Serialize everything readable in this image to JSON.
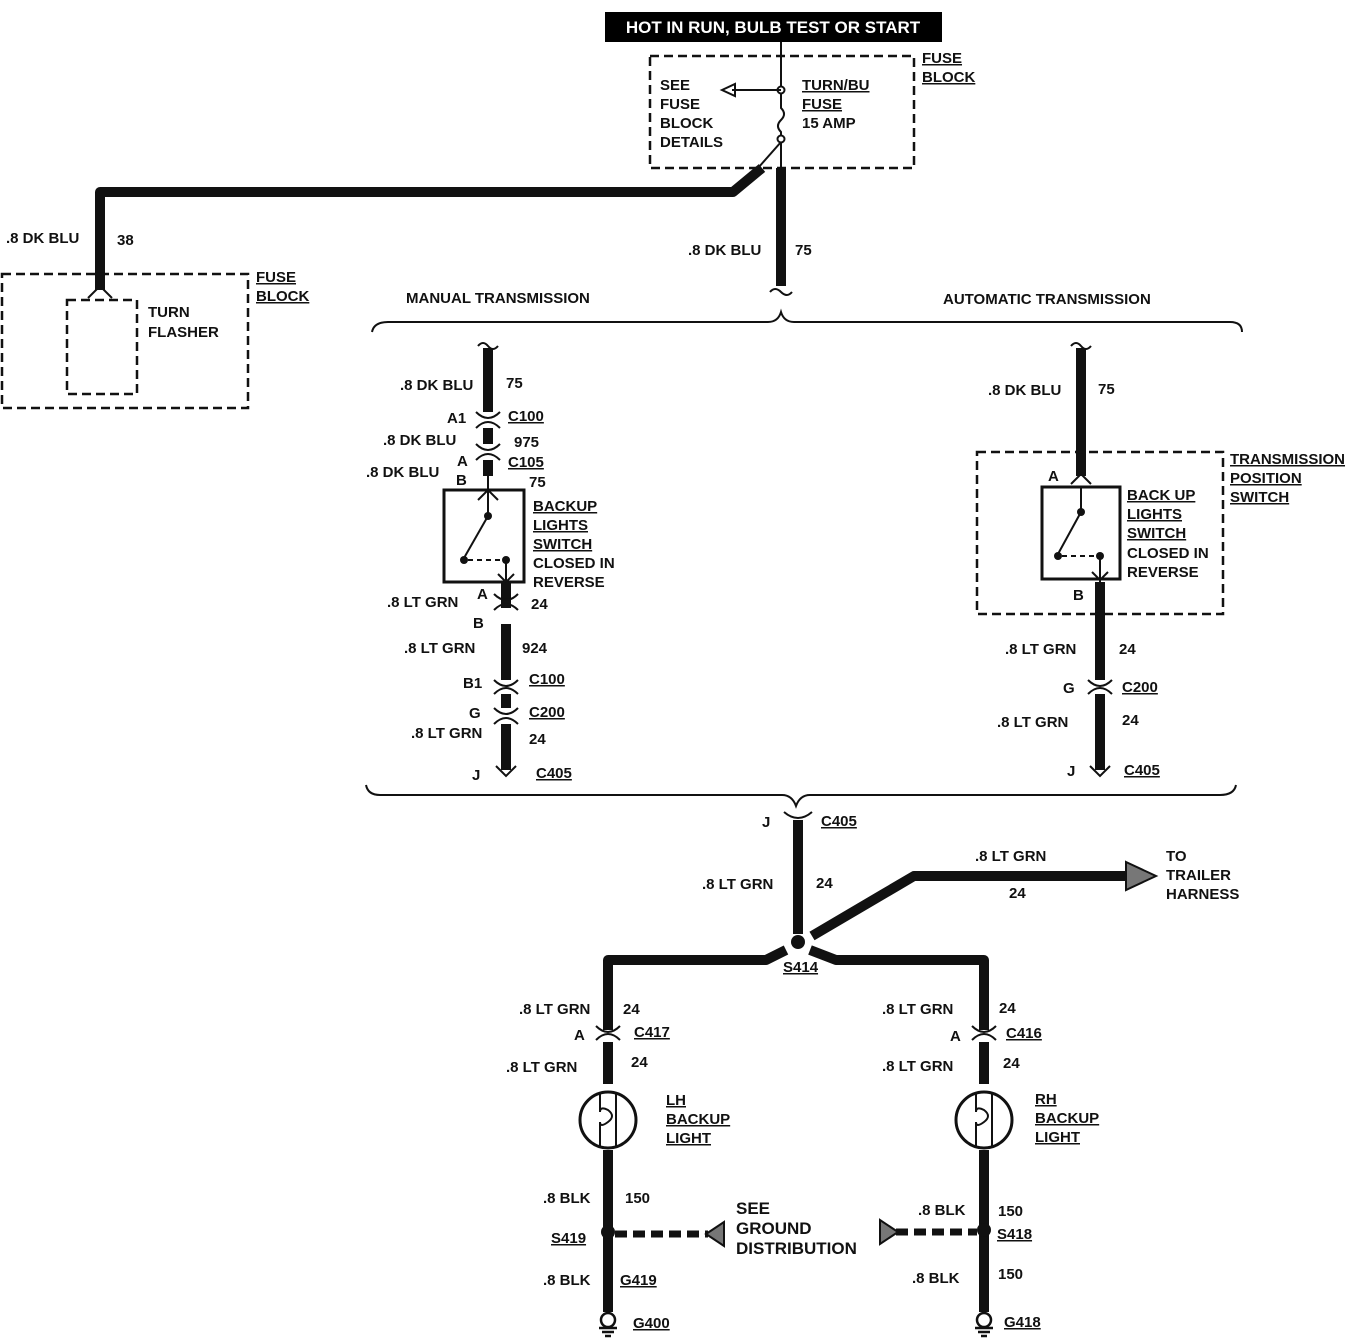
{
  "header": {
    "banner": "HOT IN RUN, BULB TEST OR START"
  },
  "fuse_block_top": {
    "label_1": "FUSE",
    "label_2": "BLOCK",
    "see_lines": [
      "SEE",
      "FUSE",
      "BLOCK",
      "DETAILS"
    ],
    "fuse_name_1": "TURN/BU",
    "fuse_name_2": "FUSE",
    "fuse_rating": "15 AMP"
  },
  "flasher_wire": {
    "gauge": ".8 DK BLU",
    "circuit": "38"
  },
  "fuse_block_left": {
    "label_1": "FUSE",
    "label_2": "BLOCK",
    "component_1": "TURN",
    "component_2": "FLASHER"
  },
  "main_wire": {
    "gauge": ".8 DK BLU",
    "circuit": "75"
  },
  "manual": {
    "title": "MANUAL TRANSMISSION",
    "w1_gauge": ".8 DK BLU",
    "w1_circuit": "75",
    "c100_pin": "A1",
    "c100": "C100",
    "w2_gauge": ".8 DK BLU",
    "w2_circuit": "975",
    "c105_pin_a": "A",
    "c105": "C105",
    "w3_gauge": ".8 DK BLU",
    "c105_pin_b": "B",
    "w3_circuit": "75",
    "switch_lines": [
      "BACKUP",
      "LIGHTS",
      "SWITCH",
      "CLOSED IN",
      "REVERSE"
    ],
    "sw_pin_a": "A",
    "w4_gauge": ".8 LT GRN",
    "w4_circuit": "24",
    "sw_pin_b": "B",
    "w5_gauge": ".8 LT GRN",
    "w5_circuit": "924",
    "c100b_pin": "B1",
    "c100b": "C100",
    "c200_pin": "G",
    "c200": "C200",
    "w6_gauge": ".8 LT GRN",
    "w6_circuit": "24",
    "c405_pin": "J",
    "c405": "C405"
  },
  "automatic": {
    "title": "AUTOMATIC TRANSMISSION",
    "w1_gauge": ".8 DK BLU",
    "w1_circuit": "75",
    "tps_lines": [
      "TRANSMISSION",
      "POSITION",
      "SWITCH"
    ],
    "sw_pin_a": "A",
    "switch_lines": [
      "BACK UP",
      "LIGHTS",
      "SWITCH",
      "CLOSED IN",
      "REVERSE"
    ],
    "sw_pin_b": "B",
    "w2_gauge": ".8 LT GRN",
    "w2_circuit": "24",
    "c200_pin": "G",
    "c200": "C200",
    "w3_gauge": ".8 LT GRN",
    "w3_circuit": "24",
    "c405_pin": "J",
    "c405": "C405"
  },
  "common": {
    "c405_pin": "J",
    "c405": "C405",
    "w_gauge": ".8 LT GRN",
    "w_circuit": "24",
    "trailer_gauge": ".8 LT GRN",
    "trailer_circuit": "24",
    "trailer_lines": [
      "TO",
      "TRAILER",
      "HARNESS"
    ],
    "splice": "S414"
  },
  "lh": {
    "w1_gauge": ".8 LT GRN",
    "w1_circuit": "24",
    "pin": "A",
    "conn": "C417",
    "w2_gauge": ".8 LT GRN",
    "w2_circuit": "24",
    "lamp_lines": [
      "LH",
      "BACKUP",
      "LIGHT"
    ],
    "w3_gauge": ".8 BLK",
    "w3_circuit": "150",
    "splice": "S419",
    "w4_gauge": ".8 BLK",
    "ground_conn": "G419",
    "ground": "G400"
  },
  "rh": {
    "w1_gauge": ".8 LT GRN",
    "w1_circuit": "24",
    "pin": "A",
    "conn": "C416",
    "w2_gauge": ".8 LT GRN",
    "w2_circuit": "24",
    "lamp_lines": [
      "RH",
      "BACKUP",
      "LIGHT"
    ],
    "w3_gauge": ".8 BLK",
    "w3_circuit": "150",
    "splice": "S418",
    "w4_gauge": ".8 BLK",
    "w4_circuit": "150",
    "ground": "G418"
  },
  "ground_dist": [
    "SEE",
    "GROUND",
    "DISTRIBUTION"
  ]
}
